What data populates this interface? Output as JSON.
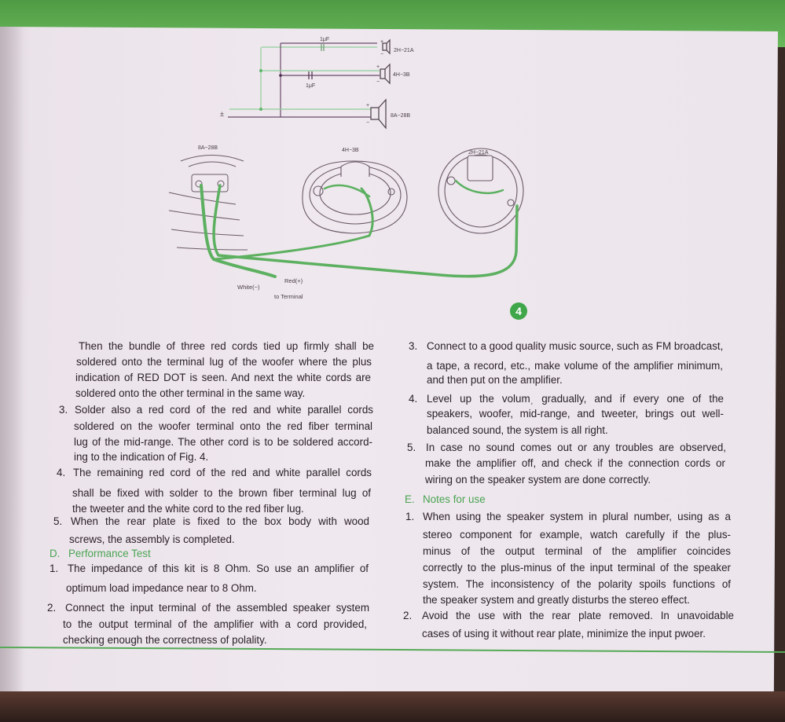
{
  "figure": {
    "schematic": {
      "cap_top": "1μF",
      "cap_mid": "1μF",
      "tweeter": "2H−21A",
      "midrange": "4H−3B",
      "woofer": "8A−28B",
      "input_polarity": "±"
    },
    "wiring": {
      "woofer_label": "8A−28B",
      "midrange_label": "4H−3B",
      "tweeter_label": "2H−21A",
      "red_label": "Red(+)",
      "white_label": "White(−)",
      "terminal_label": "to Terminal"
    },
    "figure_number": "4",
    "accent_color": "#3fa64a"
  },
  "left_column": [
    {
      "num": "",
      "lines": [
        "Then the bundle of three red cords tied up firmly shall be",
        "soldered onto the terminal lug of the woofer where the plus",
        "indication of RED DOT is seen.  And next the white cords are",
        "soldered onto the other terminal in the same way."
      ]
    },
    {
      "num": "3.",
      "lines": [
        "Solder also a red cord of the red and white parallel cords",
        "soldered on the woofer terminal onto the red fiber terminal",
        "lug of the mid-range.  The other cord is to be soldered accord-",
        "ing to the indication of Fig. 4."
      ]
    },
    {
      "num": "4.",
      "lines": [
        "The remaining red cord of the red and white parallel cords",
        "shall be fixed with solder to the brown fiber terminal lug of",
        "the tweeter and the white cord to the red fiber lug."
      ]
    },
    {
      "num": "5.",
      "lines": [
        "When the rear plate is fixed to the box body with wood",
        "screws, the assembly is completed."
      ]
    },
    {
      "num": "D.",
      "heading": true,
      "lines": [
        "Performance Test"
      ]
    },
    {
      "num": "1.",
      "lines": [
        "The impedance of this kit is 8 Ohm.  So use an amplifier of",
        "optimum load impedance near to 8 Ohm."
      ]
    },
    {
      "num": "2.",
      "lines": [
        "Connect the input terminal of the assembled speaker system",
        "to the output terminal of the amplifier with a cord provided,",
        "checking enough the correctness of polality."
      ]
    }
  ],
  "right_column": [
    {
      "num": "3.",
      "lines": [
        "Connect to a good quality music source, such as FM broadcast,",
        "a tape, a record, etc., make volume of the amplifier minimum,",
        "and then put on the amplifier."
      ]
    },
    {
      "num": "4.",
      "lines": [
        "Level up the volumˌ gradually, and if every one of the",
        "speakers, woofer, mid-range, and tweeter, brings out well-",
        "balanced sound, the system is all right."
      ]
    },
    {
      "num": "5.",
      "lines": [
        "In case no sound comes out or any troubles are observed,",
        "make the amplifier off, and check if the connection cords or",
        "wiring on the speaker system are done correctly."
      ]
    },
    {
      "num": "E.",
      "heading": true,
      "lines": [
        "Notes for use"
      ]
    },
    {
      "num": "1.",
      "lines": [
        "When using the speaker system in plural number, using as a",
        "stereo component for example, watch carefully if the plus-",
        "minus of the output terminal of the amplifier coincides",
        "correctly to the plus-minus of the input terminal of the speaker",
        "system.  The inconsistency of the polarity spoils functions of",
        "the speaker system and greatly disturbs the stereo effect."
      ]
    },
    {
      "num": "2.",
      "lines": [
        "Avoid the use with the rear plate removed.  In unavoidable",
        "cases of using it without rear plate, minimize the input pwoer."
      ]
    }
  ]
}
